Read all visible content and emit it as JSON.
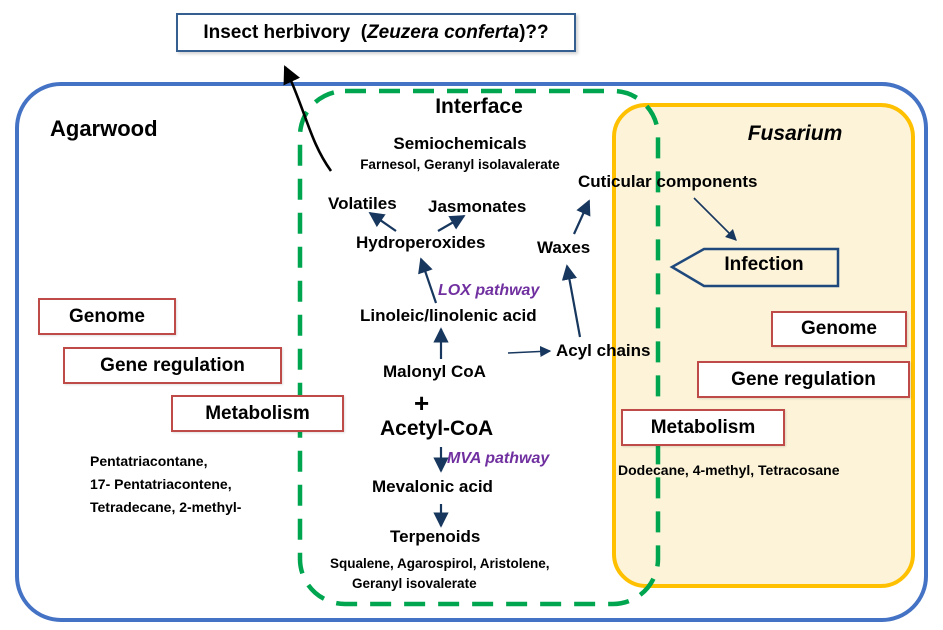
{
  "title": {
    "prefix": "Insect herbivory  (",
    "species": "Zeuzera conferta",
    "suffix": ")??"
  },
  "regions": {
    "agarwood_label": "Agarwood",
    "interface_label": "Interface",
    "fusarium_label": "Fusarium"
  },
  "interface": {
    "semiochemicals": "Semiochemicals",
    "semiochemicals_compounds": "Farnesol, Geranyl isolavalerate",
    "volatiles": "Volatiles",
    "jasmonates": "Jasmonates",
    "hydroperoxides": "Hydroperoxides",
    "waxes": "Waxes",
    "cuticular_components": "Cuticular components",
    "lox_pathway": "LOX pathway",
    "linoleic": "Linoleic/linolenic acid",
    "malonyl_coa": "Malonyl CoA",
    "acyl_chains": "Acyl chains",
    "plus": "+",
    "acetyl_coa": "Acetyl-CoA",
    "mva_pathway": "MVA pathway",
    "mevalonic_acid": "Mevalonic acid",
    "terpenoids": "Terpenoids",
    "terpenoid_compounds_line1": "Squalene, Agarospirol, Aristolene,",
    "terpenoid_compounds_line2": "Geranyl isovalerate"
  },
  "agarwood": {
    "boxes": [
      "Genome",
      "Gene regulation",
      "Metabolism"
    ],
    "compounds": [
      "Pentatriacontane,",
      "17- Pentatriacontene,",
      "Tetradecane, 2-methyl-"
    ]
  },
  "fusarium": {
    "infection": "Infection",
    "boxes": [
      "Genome",
      "Gene regulation",
      "Metabolism"
    ],
    "compounds": "Dodecane, 4-methyl, Tetracosane"
  },
  "colors": {
    "outer_border": "#4472C4",
    "interface_dash": "#00A550",
    "fusarium_border": "#FFC000",
    "fusarium_fill": "#FCF3D9",
    "red_box_border": "#BE4B48",
    "pathway_text": "#7030A0",
    "arrow": "#17375E",
    "infection_border": "#1F497D"
  }
}
